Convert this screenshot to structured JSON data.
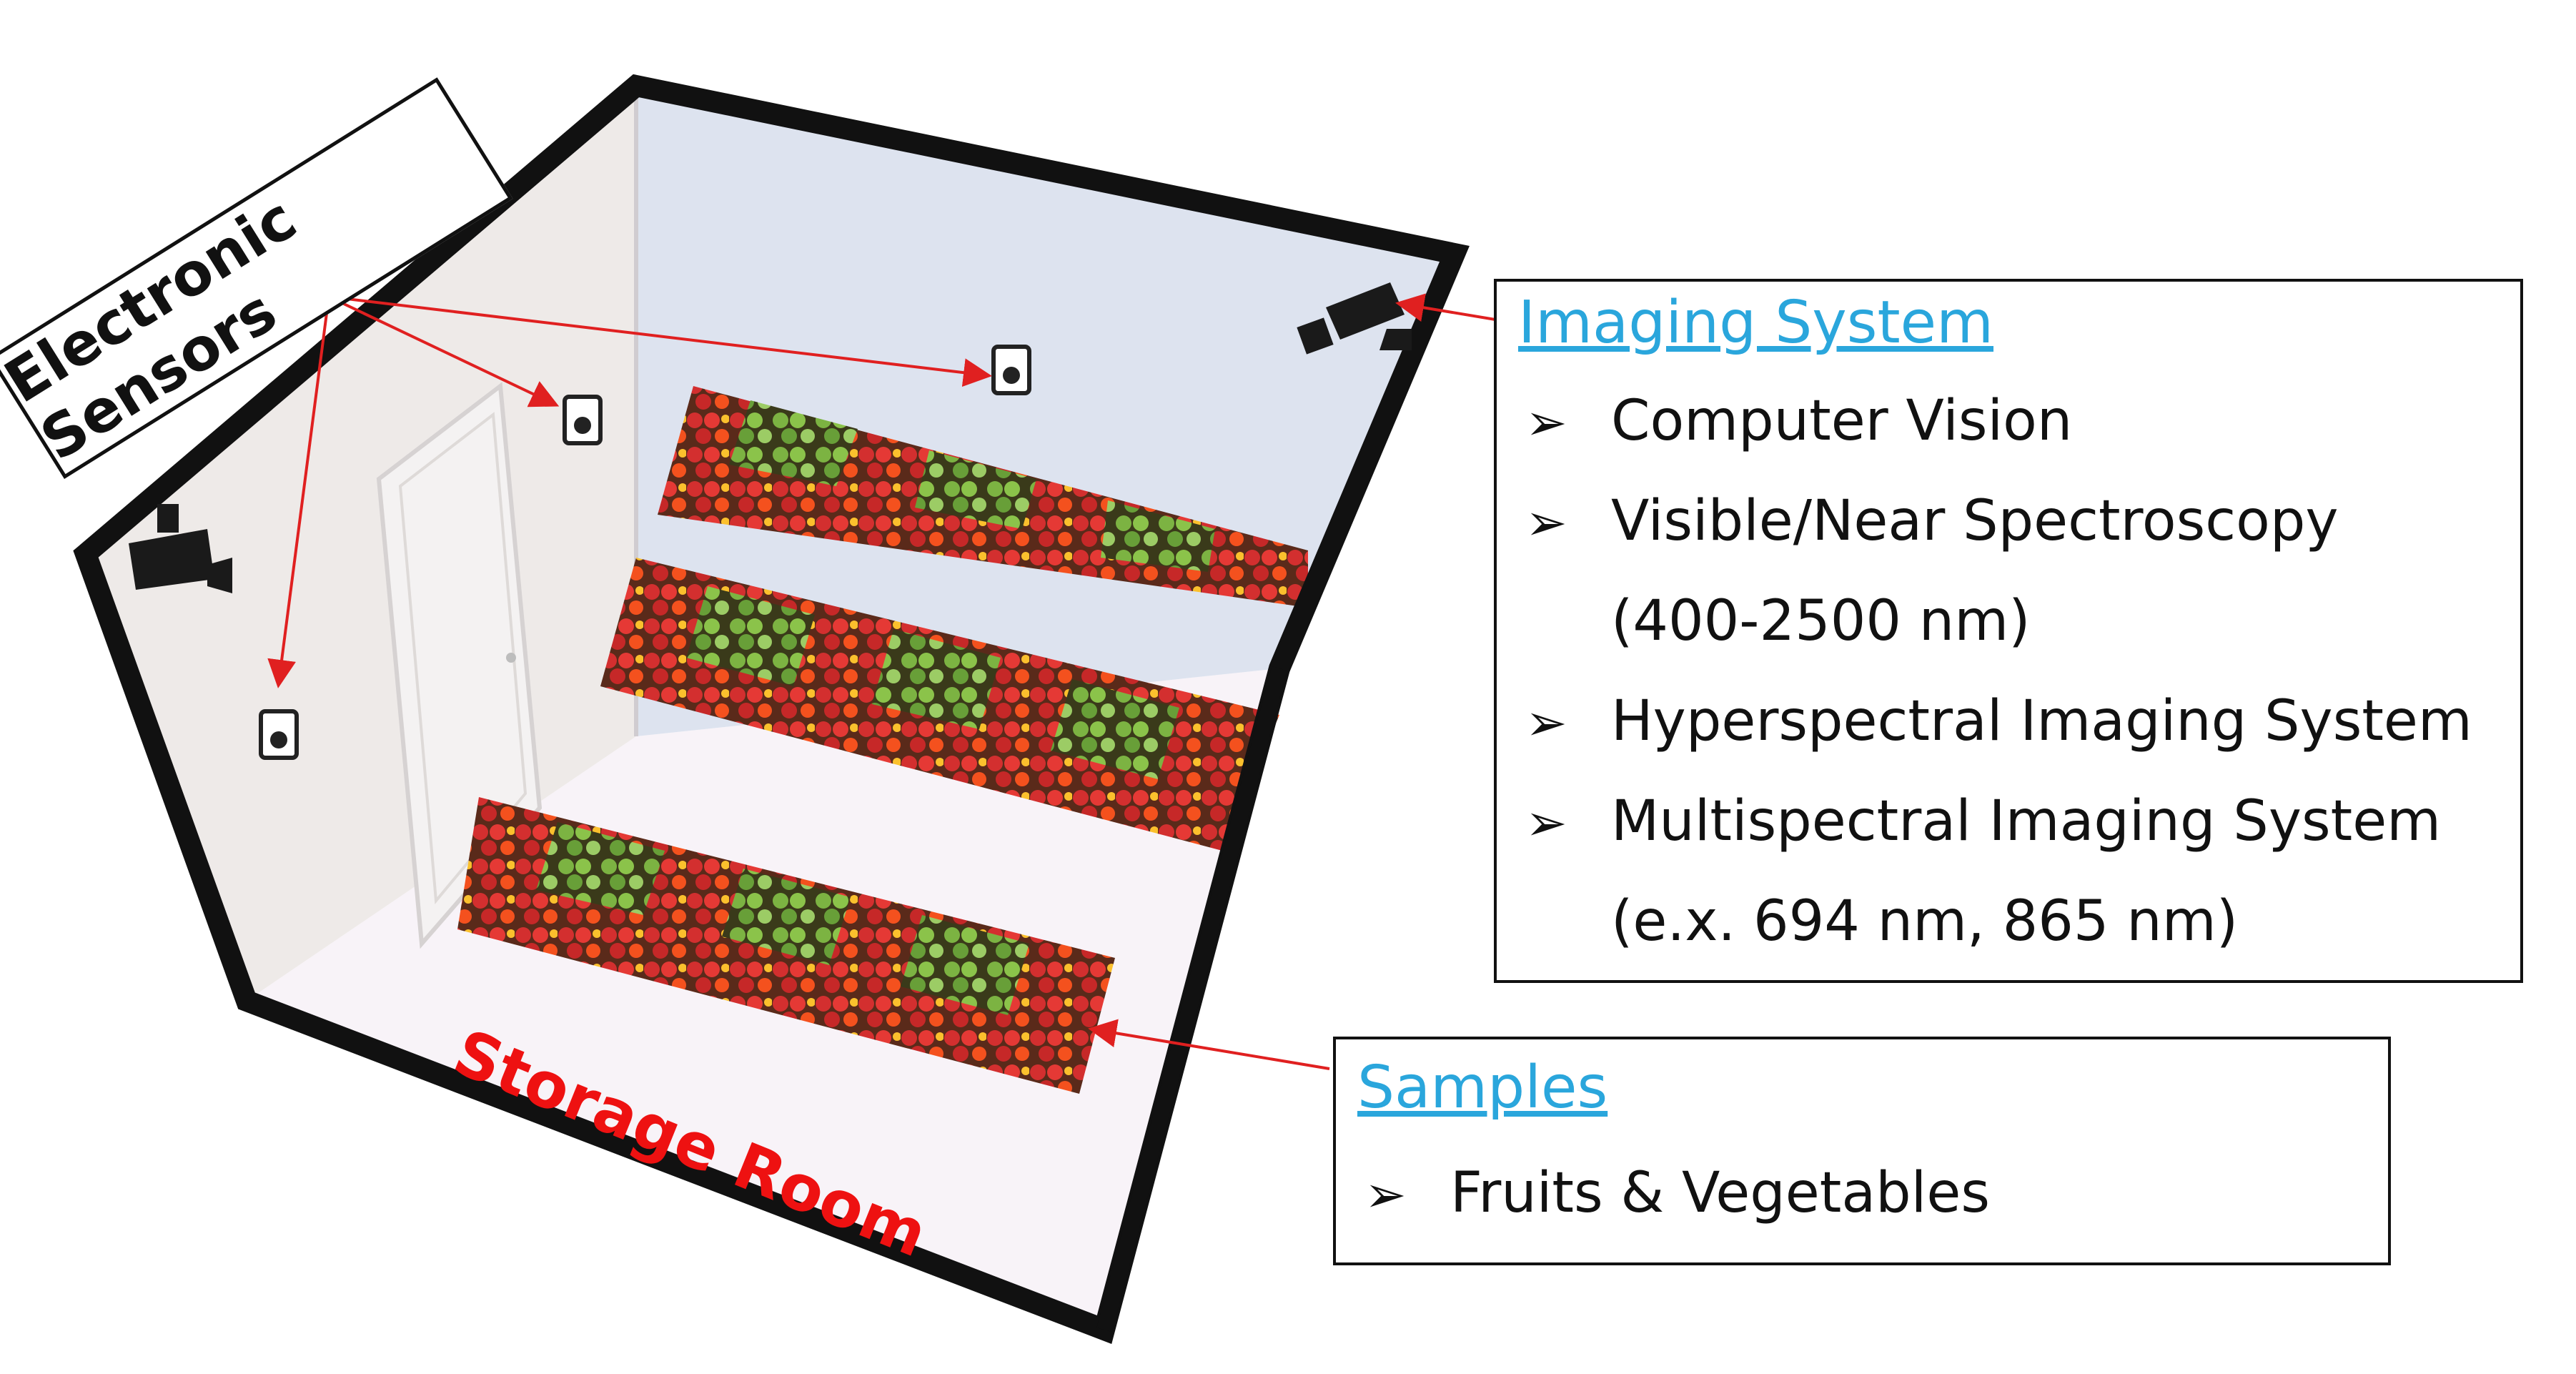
{
  "diagram": {
    "storage_label": "Storage Room",
    "sensors_label": "Electronic Sensors",
    "imaging_box": {
      "title": "Imaging System",
      "items": [
        "Computer Vision",
        "Visible/Near Spectroscopy",
        "Hyperspectral Imaging System",
        "Multispectral Imaging System"
      ],
      "sub_spectroscopy": "(400-2500 nm)",
      "sub_multispectral": "(e.x. 694 nm, 865 nm)"
    },
    "samples_box": {
      "title": "Samples",
      "items": [
        "Fruits & Vegetables"
      ]
    },
    "colors": {
      "accent_title": "#2aa6dc",
      "arrow": "#e02020",
      "storage_text": "#ee1111",
      "wall_back": "#dde3ef",
      "wall_left": "#eeeae8",
      "floor": "#f8f3f8"
    }
  }
}
